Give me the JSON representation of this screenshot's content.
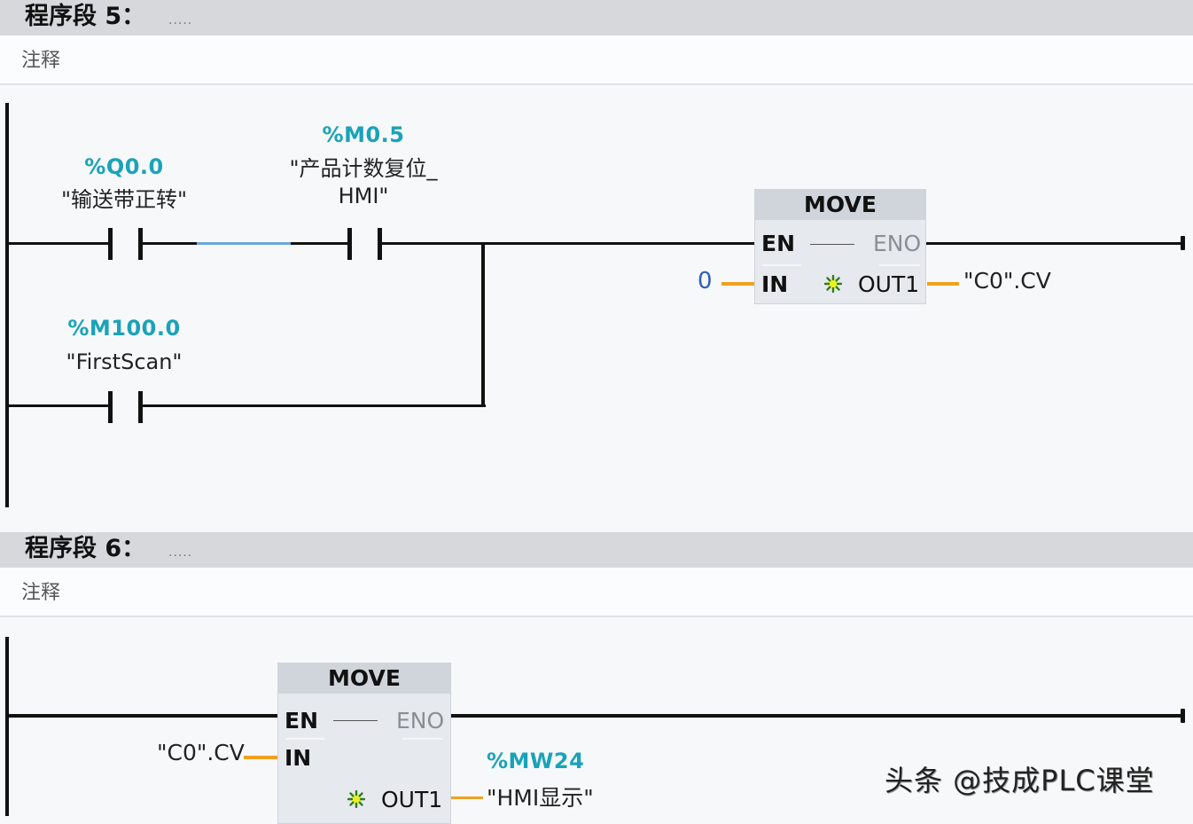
{
  "segments": [
    {
      "title": "程序段 5：",
      "dots": ".....",
      "comment": "注释",
      "contacts": [
        {
          "address": "%Q0.0",
          "symbol": "\"输送带正转\""
        },
        {
          "address": "%M0.5",
          "symbol_line1": "\"产品计数复位_",
          "symbol_line2": "HMI\""
        },
        {
          "address": "%M100.0",
          "symbol": "\"FirstScan\""
        }
      ],
      "block": {
        "name": "MOVE",
        "en": "EN",
        "eno": "ENO",
        "in_pin": "IN",
        "out_pin": "OUT1",
        "in_value": "0",
        "out_value": "\"C0\".CV"
      }
    },
    {
      "title": "程序段 6：",
      "dots": ".....",
      "comment": "注释",
      "block": {
        "name": "MOVE",
        "en": "EN",
        "eno": "ENO",
        "in_pin": "IN",
        "out_pin": "OUT1",
        "in_value": "\"C0\".CV",
        "out_address": "%MW24",
        "out_value": "\"HMI显示\""
      }
    }
  ],
  "watermark": "头条 @技成PLC课堂",
  "colors": {
    "address": "#1aa3b8",
    "wire": "#111111",
    "param_wire": "#f0a020",
    "constant": "#2d5fb8",
    "header_bg": "#d6d8db"
  }
}
